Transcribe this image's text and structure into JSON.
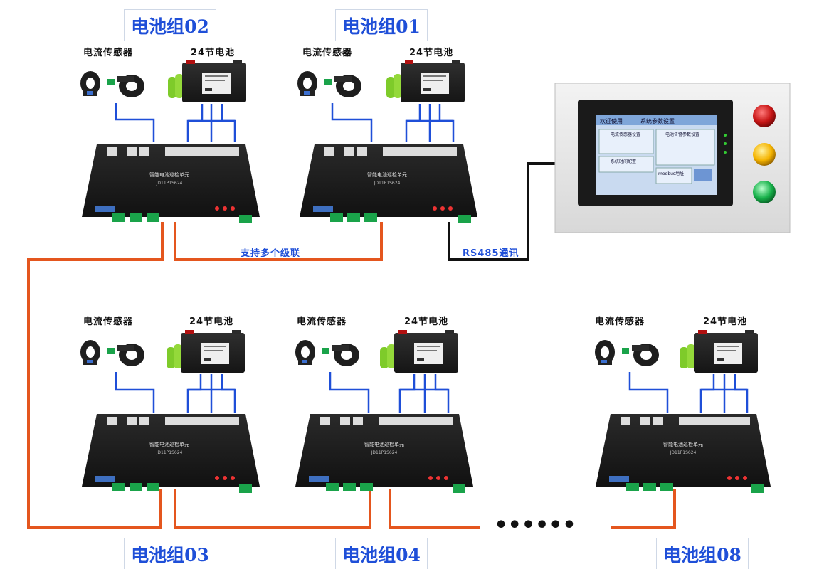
{
  "groups": [
    {
      "id": "g02",
      "title": "电池组02"
    },
    {
      "id": "g01",
      "title": "电池组01"
    },
    {
      "id": "g03",
      "title": "电池组03"
    },
    {
      "id": "g04",
      "title": "电池组04"
    },
    {
      "id": "g08",
      "title": "电池组08"
    }
  ],
  "labels": {
    "sensor": "电流传感器",
    "battery": "24节电池",
    "cascade": "支持多个级联",
    "rs485": "RS485通讯"
  },
  "monitor_unit": {
    "name": "智能电池巡检单元",
    "model": "JD11P1S624"
  },
  "hmi": {
    "tab_welcome": "欢迎使用",
    "title": "系统参数设置",
    "panel_sensor": "电流传感器设置",
    "panel_voltage": "电池告警参数设置",
    "panel_time": "系统时间配置",
    "panel_modbus": "modbus地址"
  },
  "ellipsis": "••••••",
  "colors": {
    "title_text": "#1f4fd8",
    "signal_line": "#1f4fd8",
    "cascade_line": "#e4561e",
    "rs485_line": "#111111",
    "unit_body": "#1c1c1c"
  }
}
